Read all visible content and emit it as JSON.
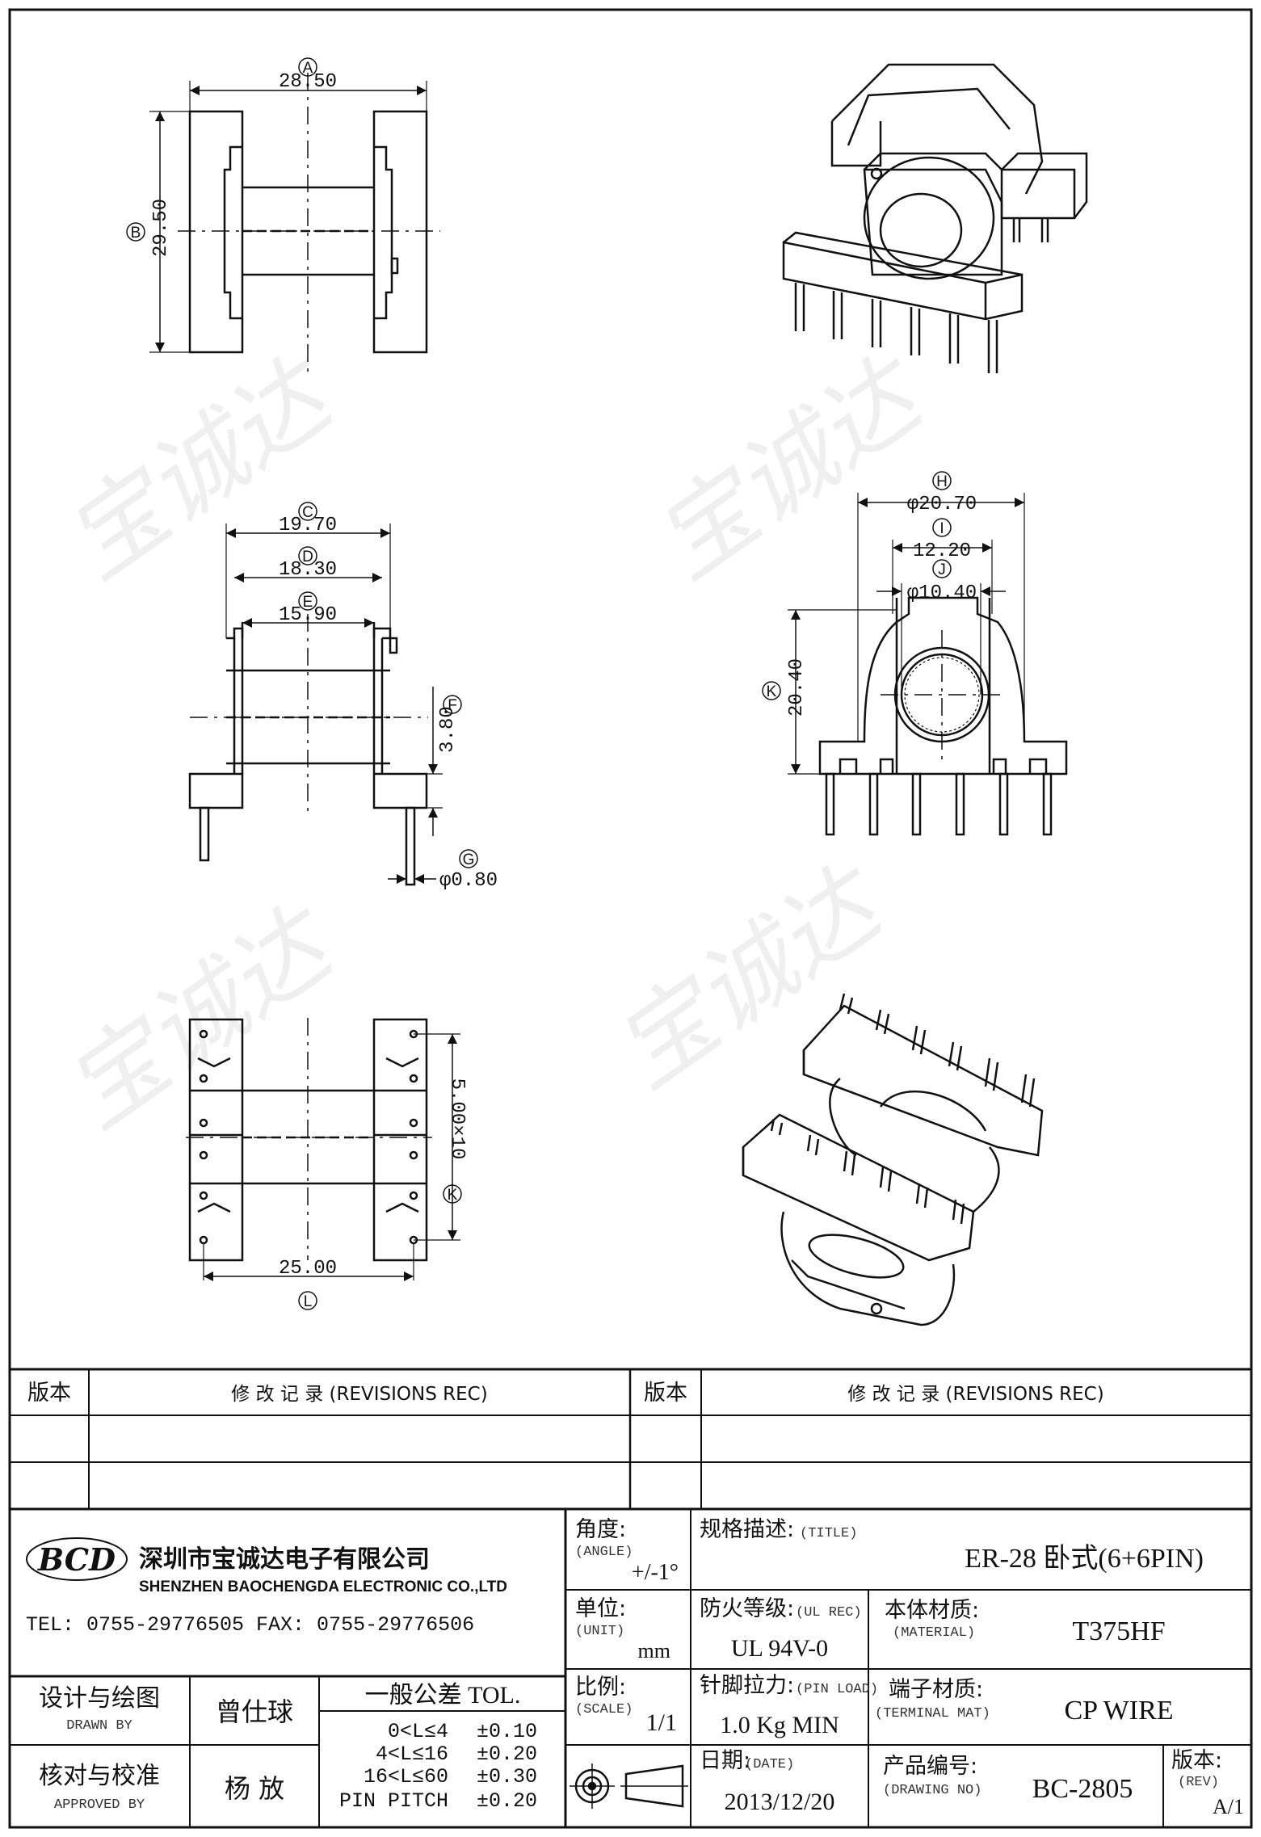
{
  "dims": {
    "a_label": "A",
    "a_value": "28.50",
    "b_label": "B",
    "b_value": "29.50",
    "c_label": "C",
    "c_value": "19.70",
    "d_label": "D",
    "d_value": "18.30",
    "e_label": "E",
    "e_value": "15.90",
    "f_label": "F",
    "f_value": "3.80",
    "g_label": "G",
    "g_value": "φ0.80",
    "h_label": "H",
    "h_value": "φ20.70",
    "i_label": "I",
    "i_value": "12.20",
    "j_label": "J",
    "j_value": "φ10.40",
    "k_label": "K",
    "k_value": "20.40",
    "k2_label": "K",
    "k2_value": "5.00×10",
    "l_label": "L",
    "l_value": "25.00"
  },
  "revision": {
    "col_version": "版本",
    "col_rec": "修 改 记 录 (REVISIONS REC)",
    "col_version2": "版本",
    "col_rec2": "修 改 记 录 (REVISIONS REC)"
  },
  "company": {
    "logo_text": "BCD",
    "name_cn": "深圳市宝诚达电子有限公司",
    "name_en": "SHENZHEN BAOCHENGDA ELECTRONIC CO.,LTD",
    "contact": "TEL: 0755-29776505   FAX: 0755-29776506"
  },
  "titleblock": {
    "angle_cn": "角度:",
    "angle_en": "(ANGLE)",
    "angle_val": "+/-1°",
    "title_cn": "规格描述:",
    "title_en": "(TITLE)",
    "title_val": "ER-28 卧式(6+6PIN)",
    "unit_cn": "单位:",
    "unit_en": "(UNIT)",
    "unit_val": "mm",
    "ul_cn": "防火等级:",
    "ul_en": "(UL REC)",
    "ul_val": "UL 94V-0",
    "material_cn": "本体材质:",
    "material_en": "(MATERIAL)",
    "material_val": "T375HF",
    "drawn_cn": "设计与绘图",
    "drawn_en": "DRAWN BY",
    "drawn_val": "曾仕球",
    "tol_title": "一般公差 TOL.",
    "tol_rows": [
      {
        "range": "0<L≤4",
        "val": "±0.10"
      },
      {
        "range": "4<L≤16",
        "val": "±0.20"
      },
      {
        "range": "16<L≤60",
        "val": "±0.30"
      },
      {
        "range": "PIN PITCH",
        "val": "±0.20"
      }
    ],
    "scale_cn": "比例:",
    "scale_en": "(SCALE)",
    "scale_val": "1/1",
    "pinload_cn": "针脚拉力:",
    "pinload_en": "(PIN LOAD)",
    "pinload_val": "1.0 Kg MIN",
    "terminal_cn": "端子材质:",
    "terminal_en": "(TERMINAL MAT)",
    "terminal_val": "CP WIRE",
    "approved_cn": "核对与校准",
    "approved_en": "APPROVED BY",
    "approved_val": "杨 放",
    "date_cn": "日期:",
    "date_en": "(DATE)",
    "date_val": "2013/12/20",
    "drawingno_cn": "产品编号:",
    "drawingno_en": "(DRAWING NO)",
    "drawingno_val": "BC-2805",
    "rev_cn": "版本:",
    "rev_en": "(REV)",
    "rev_val": "A/1"
  },
  "watermark": "宝诚达"
}
